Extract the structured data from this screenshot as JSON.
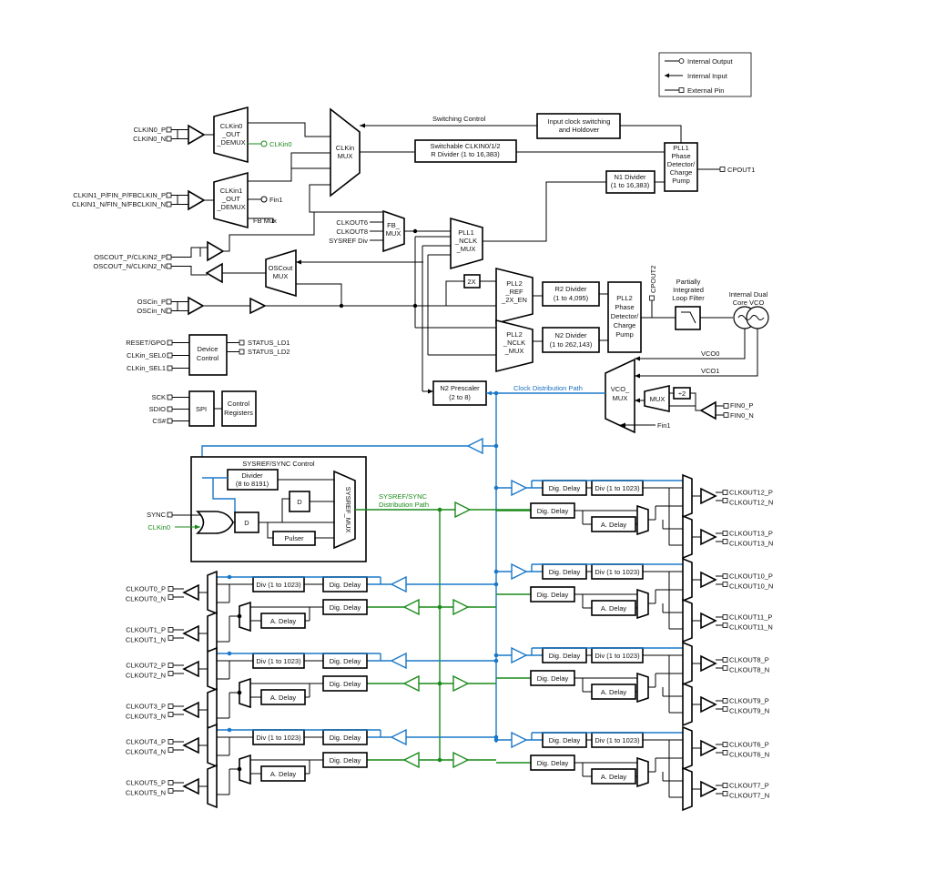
{
  "legend": {
    "internal_output": "Internal Output",
    "internal_input": "Internal Input",
    "external_pin": "External Pin"
  },
  "input_pins": {
    "clkin0_p": "CLKIN0_P",
    "clkin0_n": "CLKIN0_N",
    "clkin1_p": "CLKIN1_P/FIN_P/FBCLKIN_P",
    "clkin1_n": "CLKIN1_N/FIN_N/FBCLKIN_N",
    "oscout_p": "OSCOUT_P/CLKIN2_P",
    "oscout_n": "OSCOUT_N/CLKIN2_N",
    "oscin_p": "OSCin_P",
    "oscin_n": "OSCin_N",
    "reset": "RESET/GPO",
    "clkin_sel0": "CLKin_SEL0",
    "clkin_sel1": "CLKin_SEL1",
    "sck": "SCK",
    "sdio": "SDIO",
    "cs": "CS#",
    "sync": "SYNC"
  },
  "blocks": {
    "clkin0_demux": [
      "CLKin0",
      "_OUT",
      "_DEMUX"
    ],
    "clkin1_demux": [
      "CLKin1",
      "_OUT",
      "_DEMUX"
    ],
    "clkin_mux": [
      "CLKin",
      "MUX"
    ],
    "switching_control": "Switching Control",
    "input_clock_switching": [
      "Input clock switching",
      "and Holdover"
    ],
    "r_divider": [
      "Switchable CLKIN0/1/2",
      "R Divider (1 to 16,383)"
    ],
    "pll1_pd": [
      "PLL1",
      "Phase",
      "Detector/",
      "Charge",
      "Pump"
    ],
    "n1_divider": [
      "N1 Divider",
      "(1 to 16,383)"
    ],
    "fb_mux": [
      "FB_",
      "MUX"
    ],
    "pll1_nclk_mux": [
      "PLL1",
      "_NCLK",
      "_MUX"
    ],
    "oscout_mux": [
      "OSCout",
      "MUX"
    ],
    "x2": "2X",
    "pll2_ref": [
      "PLL2",
      "_REF",
      "_2X_EN"
    ],
    "pll2_nclk_mux": [
      "PLL2",
      "_NCLK",
      "_MUX"
    ],
    "r2_divider": [
      "R2 Divider",
      "(1 to 4,095)"
    ],
    "n2_divider": [
      "N2 Divider",
      "(1 to 262,143)"
    ],
    "pll2_pd": [
      "PLL2",
      "Phase",
      "Detector/",
      "Charge",
      "Pump"
    ],
    "loop_filter": [
      "Partially",
      "Integrated",
      "Loop Filter"
    ],
    "vco": [
      "Internal Dual",
      "Core VCO"
    ],
    "device_control": [
      "Device",
      "Control"
    ],
    "spi": "SPI",
    "control_registers": [
      "Control",
      "Registers"
    ],
    "n2_prescaler": [
      "N2 Prescaler",
      "(2 to 8)"
    ],
    "vco_mux": [
      "VCO_",
      "MUX"
    ],
    "mux": "MUX",
    "div2": "÷2",
    "sysref_control": "SYSREF/SYNC Control",
    "sysref_divider": [
      "Divider",
      "(8 to 8191)"
    ],
    "d": "D",
    "pulser": "Pulser",
    "sysref_mux": "SYSREF_MUX",
    "dig_delay": "Dig. Delay",
    "div_1023": "Div (1 to 1023)",
    "a_delay": "A. Delay"
  },
  "signals": {
    "clkin0_out": "CLKin0",
    "fin1": "Fin1",
    "fb_mux": "FB Mux",
    "clkout6": "CLKOUT6",
    "clkout8": "CLKOUT8",
    "sysref_div": "SYSREF Div",
    "cpout1": "CPOUT1",
    "cpout2": "CPOUT2",
    "vco0": "VCO0",
    "vco1": "VCO1",
    "fin0_p": "FIN0_P",
    "fin0_n": "FIN0_N",
    "fin1_b": "Fin1",
    "clock_distribution": "Clock Distribution Path",
    "sysref_distribution": [
      "SYSREF/SYNC",
      "Distribution Path"
    ],
    "clkin0_green": "CLKin0",
    "status_ld1": "STATUS_LD1",
    "status_ld2": "STATUS_LD2"
  },
  "left_outputs": [
    [
      "CLKOUT0_P",
      "CLKOUT0_N"
    ],
    [
      "CLKOUT1_P",
      "CLKOUT1_N"
    ],
    [
      "CLKOUT2_P",
      "CLKOUT2_N"
    ],
    [
      "CLKOUT3_P",
      "CLKOUT3_N"
    ],
    [
      "CLKOUT4_P",
      "CLKOUT4_N"
    ],
    [
      "CLKOUT5_P",
      "CLKOUT5_N"
    ]
  ],
  "right_outputs": [
    [
      "CLKOUT12_P",
      "CLKOUT12_N"
    ],
    [
      "CLKOUT13_P",
      "CLKOUT13_N"
    ],
    [
      "CLKOUT10_P",
      "CLKOUT10_N"
    ],
    [
      "CLKOUT11_P",
      "CLKOUT11_N"
    ],
    [
      "CLKOUT8_P",
      "CLKOUT8_N"
    ],
    [
      "CLKOUT9_P",
      "CLKOUT9_N"
    ],
    [
      "CLKOUT6_P",
      "CLKOUT6_N"
    ],
    [
      "CLKOUT7_P",
      "CLKOUT7_N"
    ]
  ]
}
